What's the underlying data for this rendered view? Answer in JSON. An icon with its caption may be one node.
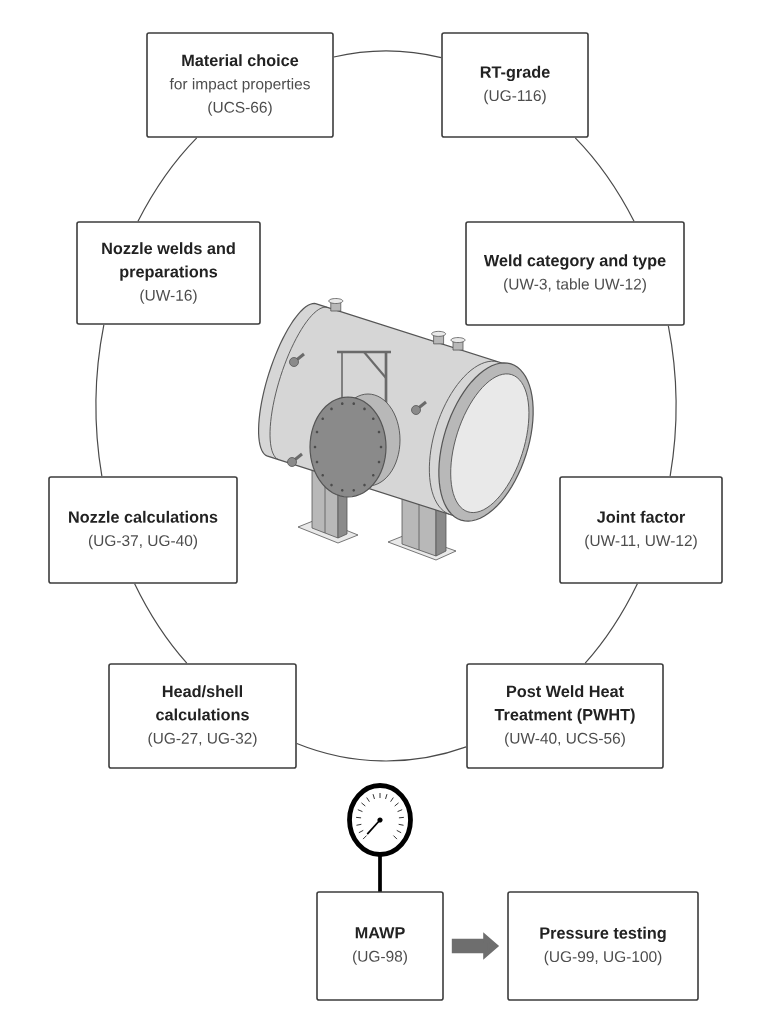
{
  "diagram": {
    "nodes": [
      {
        "text": [
          "Material choice",
          "for impact properties",
          "(UCS-66)"
        ]
      },
      {
        "text": [
          "RT-grade",
          "(UG-116)"
        ]
      },
      {
        "text": [
          "Nozzle welds and preparations",
          "(UW-16)"
        ]
      },
      {
        "text": [
          "Weld category and type",
          "(UW-3, table UW-12)"
        ]
      },
      {
        "text": [
          "Nozzle calculations",
          "(UG-37, UG-40)"
        ]
      },
      {
        "text": [
          "Joint factor",
          "(UW-11, UW-12)"
        ]
      },
      {
        "text": [
          "Head/shell calculations",
          "(UG-27, UG-32)"
        ]
      },
      {
        "text": [
          "Post Weld Heat Treatment (PWHT)",
          "(UW-40, UCS-56)"
        ]
      },
      {
        "text": [
          "MAWP",
          "(UG-98)"
        ]
      },
      {
        "text": [
          "Pressure testing",
          "(UG-99, UG-100)"
        ]
      }
    ],
    "edges": [
      {
        "from": 0,
        "to": 1,
        "arrow": "none"
      },
      {
        "from": 1,
        "to": 3,
        "arrow": "none"
      },
      {
        "from": 3,
        "to": 5,
        "arrow": "none"
      },
      {
        "from": 5,
        "to": 7,
        "arrow": "none"
      },
      {
        "from": 7,
        "to": 6,
        "arrow": "none"
      },
      {
        "from": 6,
        "to": 4,
        "arrow": "none"
      },
      {
        "from": 4,
        "to": 2,
        "arrow": "none"
      },
      {
        "from": 2,
        "to": 0,
        "arrow": "none"
      },
      {
        "from": 8,
        "to": 9,
        "arrow": "to",
        "style": "thick",
        "color": "#6e6e6e"
      }
    ]
  }
}
